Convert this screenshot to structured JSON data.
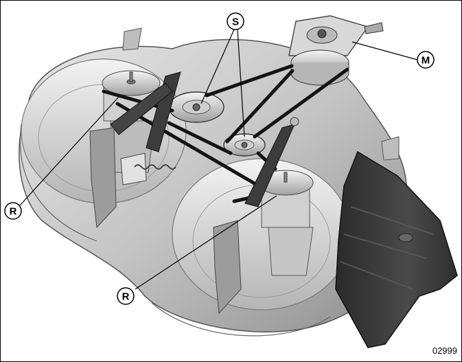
{
  "callouts": {
    "s": "S",
    "m": "M",
    "r_left": "R",
    "r_bottom": "R"
  },
  "figure_number": "02999",
  "colors": {
    "deck": "#c9c9c9",
    "deck_shadow": "#9a9a9a",
    "belt": "#141414",
    "chute": "#3a3a3a"
  }
}
